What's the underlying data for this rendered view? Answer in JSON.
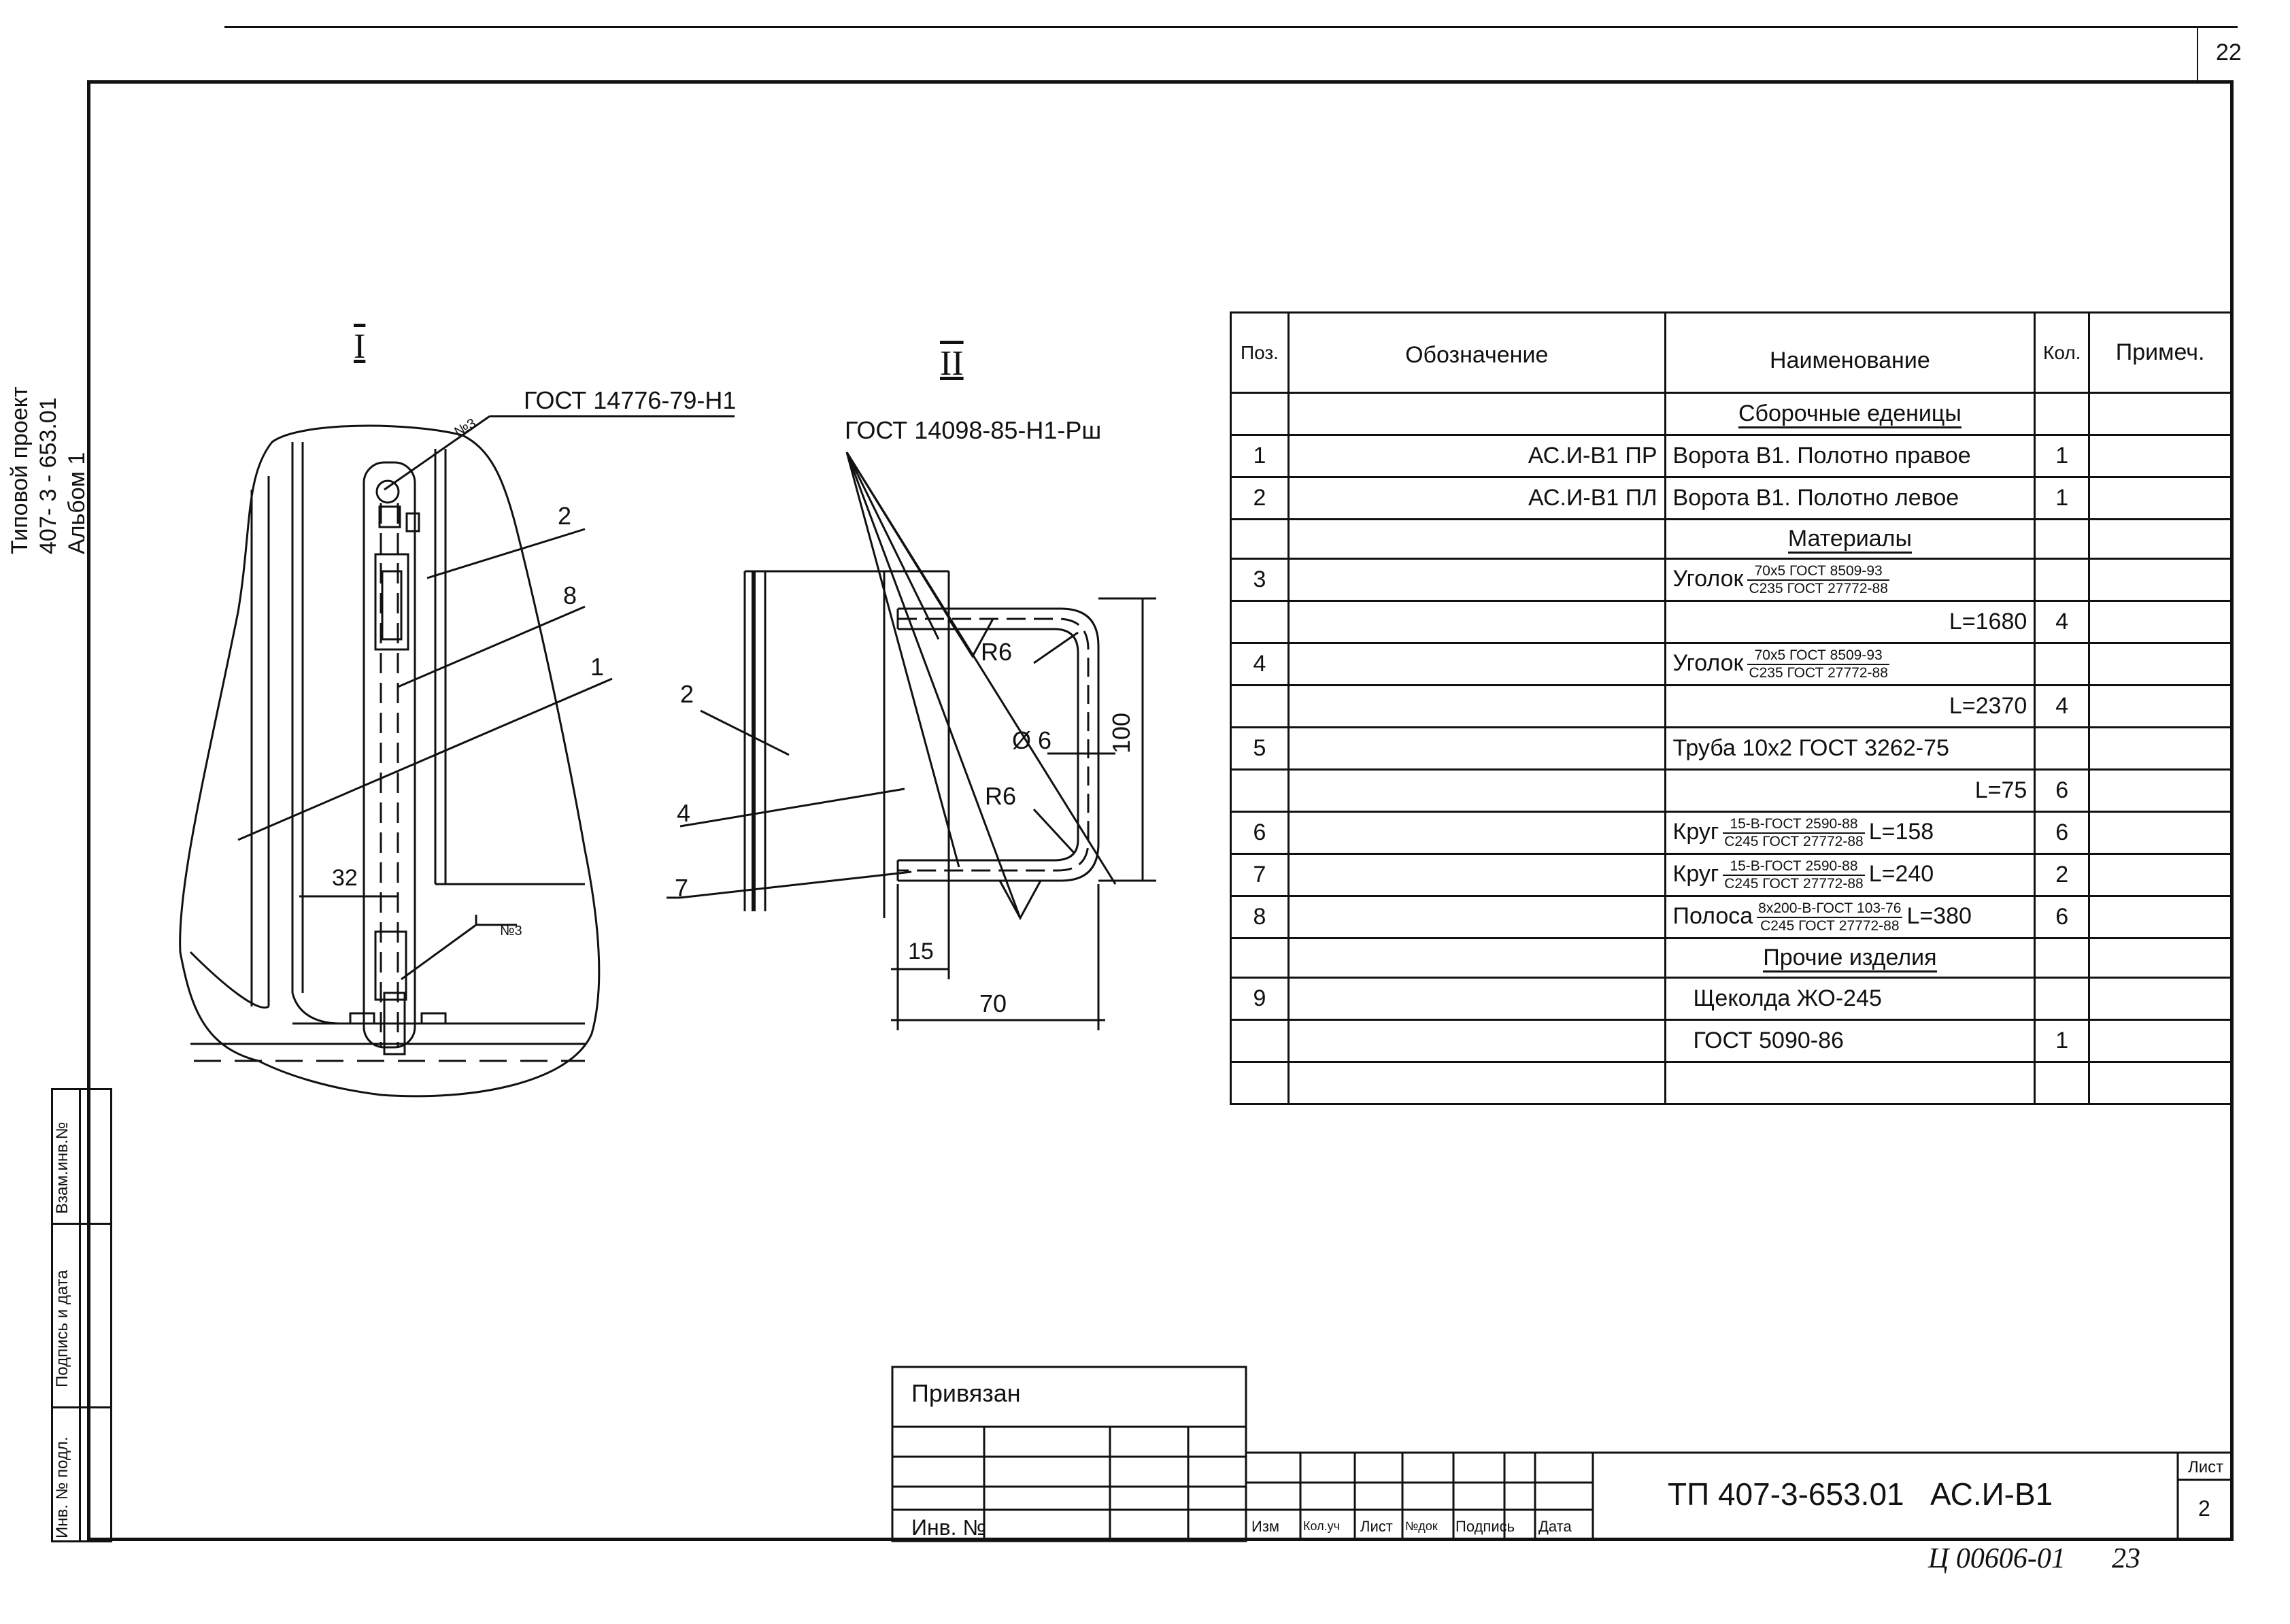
{
  "sheet_number_top": "22",
  "stamp_number": "Ц 00606-01",
  "stamp_page": "23",
  "side_title": {
    "line1": "Типовой проект",
    "line2": "407- 3 - 653.01",
    "line3": "Альбом 1"
  },
  "side_stamp": {
    "vzam": "Взам.инв.№",
    "podpis": "Подпись и дата",
    "inv": "Инв. № подл."
  },
  "view1": {
    "title": "I",
    "gost": "ГОСТ 14776-79-Н1",
    "weld_mark": "№3",
    "weld_mark2": "№3",
    "callouts": [
      "2",
      "8",
      "1"
    ],
    "dim": "32"
  },
  "view2": {
    "title": "II",
    "gost": "ГОСТ 14098-85-Н1-Рш",
    "callouts": [
      "2",
      "4",
      "7"
    ],
    "r_top": "R6",
    "r_bottom": "R6",
    "dia": "Ø 6",
    "dim_100": "100",
    "dim_15": "15",
    "dim_70": "70"
  },
  "spec_table": {
    "headers": {
      "pos": "Поз.",
      "oboz": "Обозначение",
      "name": "Наименование",
      "qty": "Кол.",
      "note": "Примеч."
    },
    "sections": {
      "assembly": "Сборочные еденицы",
      "materials": "Материалы",
      "other": "Прочие изделия"
    },
    "rows": [
      {
        "pos": "1",
        "oboz": "АС.И-В1 ПР",
        "name": "Ворота В1. Полотно правое",
        "qty": "1"
      },
      {
        "pos": "2",
        "oboz": "АС.И-В1 ПЛ",
        "name": "Ворота В1. Полотно левое",
        "qty": "1"
      },
      {
        "pos": "3",
        "name": "Уголок",
        "frac_num": "70х5 ГОСТ 8509-93",
        "frac_den": "С235 ГОСТ 27772-88",
        "length": "L=1680",
        "qty": "4"
      },
      {
        "pos": "4",
        "name": "Уголок",
        "frac_num": "70х5 ГОСТ 8509-93",
        "frac_den": "С235 ГОСТ 27772-88",
        "length": "L=2370",
        "qty": "4"
      },
      {
        "pos": "5",
        "name": "Труба 10х2 ГОСТ 3262-75",
        "length": "L=75",
        "qty": "6"
      },
      {
        "pos": "6",
        "name": "Круг",
        "frac_num": "15-В-ГОСТ 2590-88",
        "frac_den": "С245 ГОСТ 27772-88",
        "length": "L=158",
        "qty": "6"
      },
      {
        "pos": "7",
        "name": "Круг",
        "frac_num": "15-В-ГОСТ 2590-88",
        "frac_den": "С245 ГОСТ 27772-88",
        "length": "L=240",
        "qty": "2"
      },
      {
        "pos": "8",
        "name": "Полоса",
        "frac_num": "8х200-В-ГОСТ 103-76",
        "frac_den": "С245 ГОСТ 27772-88",
        "length": "L=380",
        "qty": "6"
      },
      {
        "pos": "9",
        "name": "Щеколда ЖО-245"
      },
      {
        "name": "ГОСТ 5090-86",
        "qty": "1"
      }
    ]
  },
  "title_block": {
    "privyazan": "Привязан",
    "inv_no": "Инв. №",
    "cols": [
      "Изм",
      "Кол.уч",
      "Лист",
      "№док",
      "Подпись",
      "Дата"
    ],
    "code": "ТП 407-3-653.01   АС.И-В1",
    "list_label": "Лист",
    "list_no": "2"
  }
}
